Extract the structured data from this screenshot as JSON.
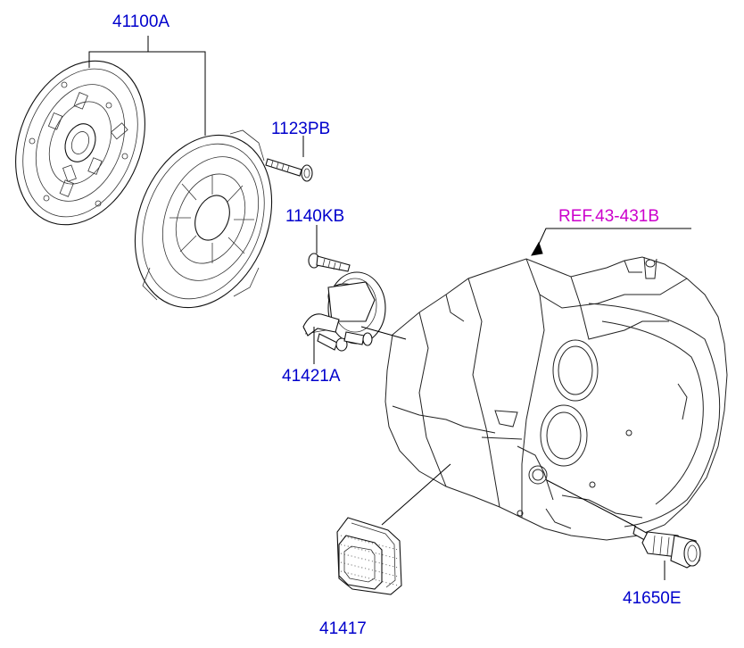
{
  "colors": {
    "part_label": "#0000cc",
    "ref_label": "#cc00cc",
    "line": "#000000"
  },
  "labels": {
    "clutch_disc_cover": "41100A",
    "bolt_cover": "1123PB",
    "bolt_release": "1140KB",
    "release_cylinder": "41421A",
    "reference": "REF.43-431B",
    "boot": "41417",
    "sensor": "41650E"
  }
}
